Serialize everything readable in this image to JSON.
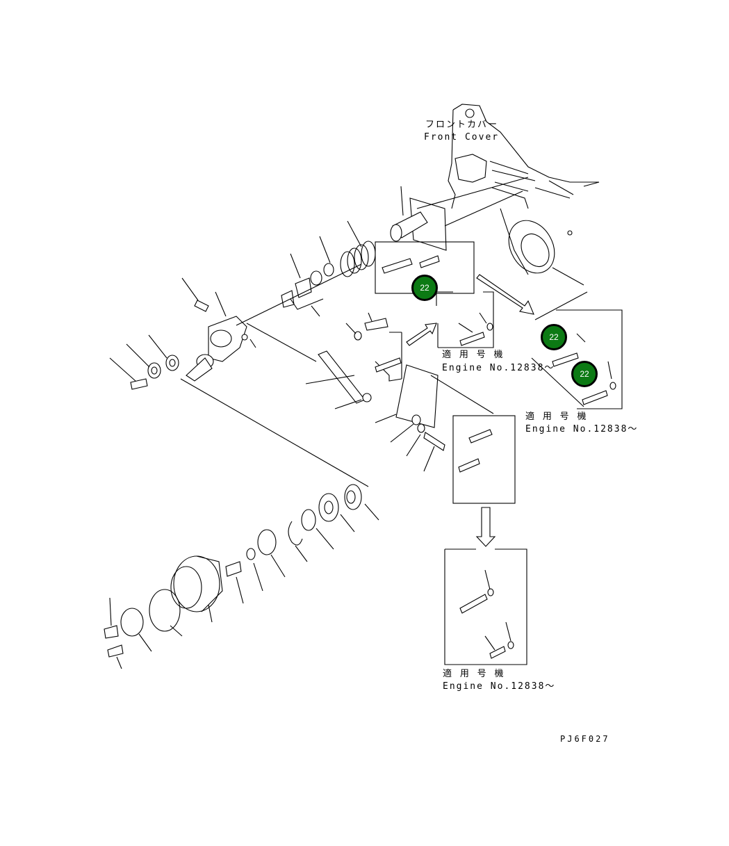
{
  "labels": {
    "front_cover_jp": "フロントカバー",
    "front_cover_en": "Front Cover",
    "applicable_jp": "適 用 号 機",
    "engine_no": "Engine No.12838～",
    "figure_id": "PJ6F027"
  },
  "callouts": [
    {
      "id": "callout-1",
      "text": "22"
    },
    {
      "id": "callout-2",
      "text": "22"
    },
    {
      "id": "callout-3",
      "text": "22"
    }
  ],
  "colors": {
    "callout_fill": "#0c7a14",
    "line": "#000000",
    "background": "#ffffff"
  }
}
